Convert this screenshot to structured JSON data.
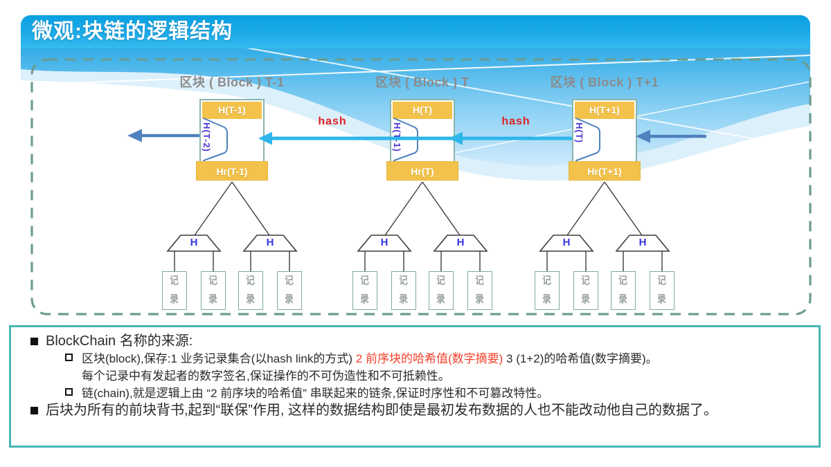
{
  "slide": {
    "title": "微观:块链的逻辑结构",
    "accent_colors": {
      "banner_blue": "#0a9fe0",
      "band_yellow": "#f3c24b",
      "arrow_cyan": "#2eb6ea",
      "arrow_steel": "#4f81bd",
      "frame_teal": "#46b8b5",
      "hash_red": "#e02020"
    }
  },
  "diagram": {
    "hash_labels": [
      "hash",
      "hash"
    ],
    "blocks": [
      {
        "title": "区块 ( Block ) T-1",
        "header": "H(T-1)",
        "prev_hash": "H(T-2)",
        "root": "Hr(T-1)"
      },
      {
        "title": "区块 ( Block ) T",
        "header": "H(T)",
        "prev_hash": "H(T-1)",
        "root": "Hr(T)"
      },
      {
        "title": "区块 ( Block ) T+1",
        "header": "H(T+1)",
        "prev_hash": "H(T)",
        "root": "Hr(T+1)"
      }
    ],
    "merkle": {
      "hash_node_label": "H",
      "leaf_label": "记录",
      "leaf_chars": [
        "记",
        "录"
      ]
    }
  },
  "notes": {
    "heading": "BlockChain 名称的来源:",
    "sub1_pre": "区块(block),保存:1 业务记录集合(以hash link的方式)",
    "sub1_red": " 2 前序块的哈希值(数字摘要) ",
    "sub1_post": " 3 (1+2)的哈希值(数字摘要)。",
    "sub1_cont": "每个记录中有发起者的数字签名,保证操作的不可伪造性和不可抵赖性。",
    "sub2": "链(chain),就是逻辑上由 “2 前序块的哈希值” 串联起来的链条,保证时序性和不可篡改特性。",
    "bullet2": "后块为所有的前块背书,起到“联保”作用, 这样的数据结构即使是最初发布数据的人也不能改动他自己的数据了。"
  }
}
